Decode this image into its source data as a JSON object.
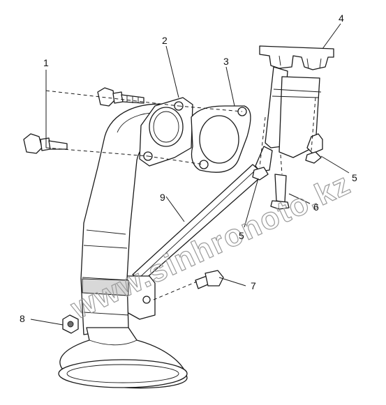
{
  "callouts": [
    {
      "id": "c1",
      "label": "1"
    },
    {
      "id": "c2",
      "label": "2"
    },
    {
      "id": "c3",
      "label": "3"
    },
    {
      "id": "c4",
      "label": "4"
    },
    {
      "id": "c5a",
      "label": "5"
    },
    {
      "id": "c5b",
      "label": "5"
    },
    {
      "id": "c6",
      "label": "6"
    },
    {
      "id": "c7",
      "label": "7"
    },
    {
      "id": "c8",
      "label": "8"
    },
    {
      "id": "c9",
      "label": "9"
    }
  ],
  "watermark": "www.sinhronoto.kz",
  "colors": {
    "line": "#1a1a1a",
    "watermark": "#9a9a9a",
    "background": "#ffffff"
  }
}
